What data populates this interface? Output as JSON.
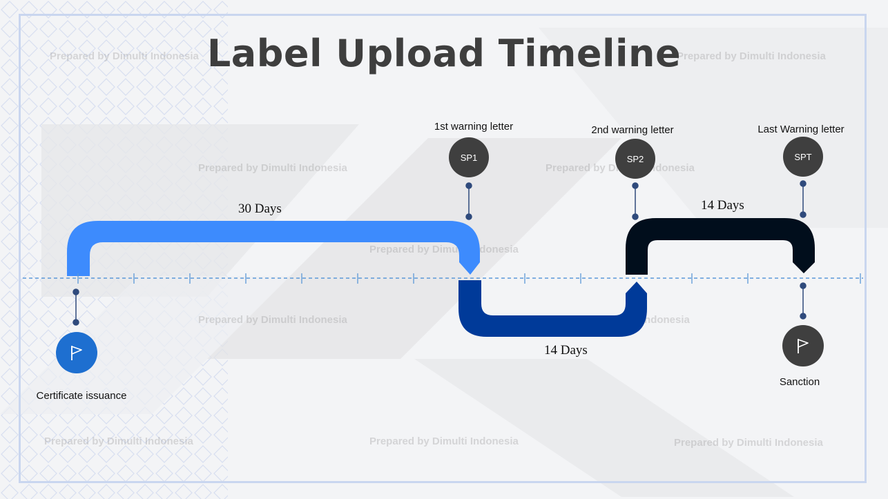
{
  "title": "Label Upload Timeline",
  "watermark": "Prepared by Dimulti Indonesia",
  "milestones": {
    "start": {
      "label": "Certificate issuance",
      "icon": "flag-icon",
      "color": "#1e6fd0"
    },
    "sp1": {
      "code": "SP1",
      "label": "1st warning letter"
    },
    "sp2": {
      "code": "SP2",
      "label": "2nd warning letter"
    },
    "spt": {
      "code": "SPT",
      "label": "Last Warning letter"
    },
    "end": {
      "label": "Sanction",
      "icon": "flag-icon",
      "color": "#3f3f3f"
    }
  },
  "periods": {
    "first": {
      "label": "30 Days",
      "color": "#3d8bfd"
    },
    "second": {
      "label": "14 Days",
      "color": "#003a99"
    },
    "third": {
      "label": "14 Days",
      "color": "#010e1c"
    }
  },
  "colors": {
    "axis": "#5a98d8",
    "connector": "#2f4a7c"
  }
}
